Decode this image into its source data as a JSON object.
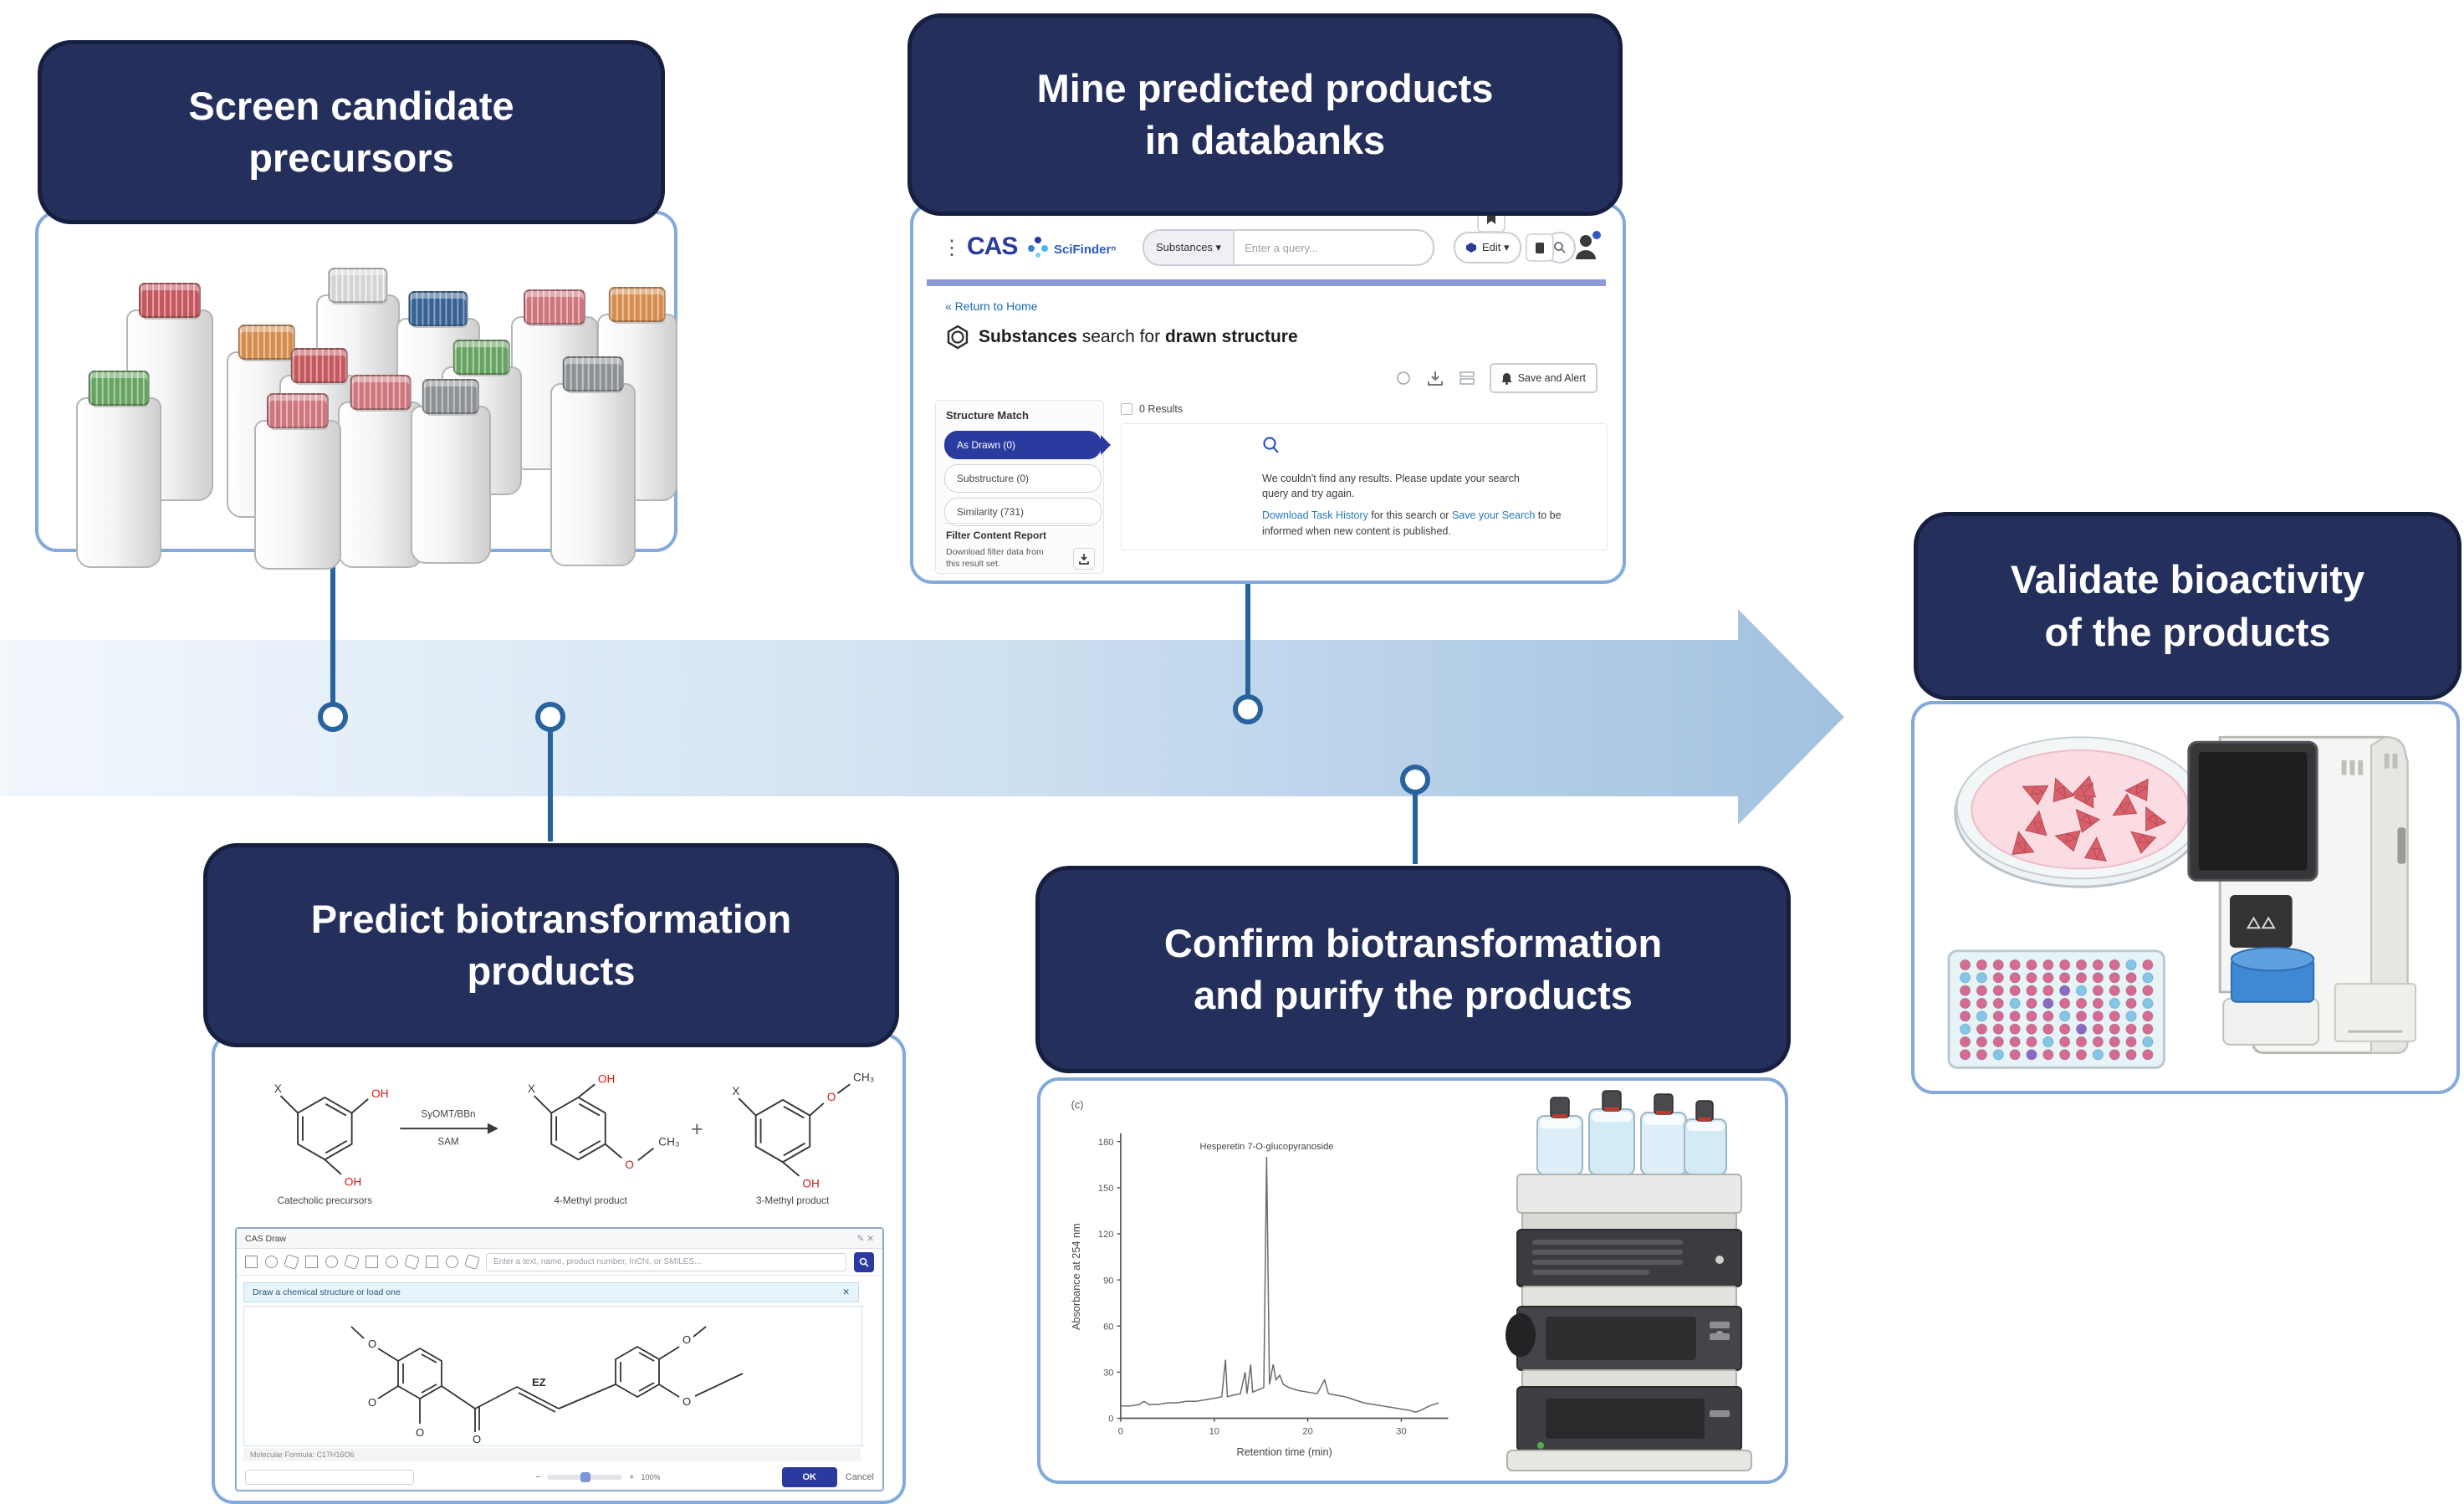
{
  "palette": {
    "navy": "#242f5c",
    "navy_border": "#161f40",
    "panel_border": "#82aadb",
    "connector": "#28639e",
    "band_start": "#f2f7fc",
    "band_end": "#a2c1e0",
    "red_atom": "#d11a1a",
    "cas_blue": "#2b3a9b",
    "link_blue": "#176bb3"
  },
  "step1": {
    "title_line1": "Screen candidate",
    "title_line2": "precursors",
    "vial_cap_colors": [
      "#d8636a",
      "#eb9d59",
      "#ececec",
      "#3c6ca3",
      "#e2848b",
      "#eb9d59",
      "#d8636a",
      "#74b46e",
      "#74b46e",
      "#e2848b",
      "#9da1a5",
      "#e2848b",
      "#9da1a5"
    ]
  },
  "step2": {
    "title_line1": "Mine predicted products",
    "title_line2": "in databanks",
    "scifinder": {
      "menu_icon": "⋮",
      "logo": "CAS",
      "product": "SciFinderⁿ",
      "scope": "Substances ▾",
      "query_placeholder": "Enter a query...",
      "edit_label": "Edit ▾",
      "breadcrumb": "« Return to Home",
      "page_title_bold": "Substances",
      "page_title_mid": " search for ",
      "page_title_bold2": "drawn structure",
      "save_alert_label": "Save and Alert",
      "results_count": "0 Results",
      "structure_match": "Structure Match",
      "option_as_drawn": "As Drawn (0)",
      "option_substructure": "Substructure (0)",
      "option_similarity": "Similarity (731)",
      "filter_header": "Filter Content Report",
      "filter_text": "Download filter data from this result set.",
      "empty_line1": "We couldn't find any results. Please update your search",
      "empty_line2": "query and try again.",
      "empty_link1": "Download Task History",
      "empty_mid": " for this search or ",
      "empty_link2": "Save your Search",
      "empty_tail": " to be",
      "empty_line3": "informed when new content is published."
    }
  },
  "step3": {
    "title_line1": "Predict biotransformation",
    "title_line2": "products",
    "reaction": {
      "x_sub": "X",
      "oh": "OH",
      "o": "O",
      "ch3": "CH₃",
      "arrow_top": "SyOMT/BBn",
      "arrow_bottom": "SAM",
      "plus": "+",
      "precursor_label": "Catecholic precursors",
      "product4_label": "4-Methyl product",
      "product3_label": "3-Methyl product"
    },
    "editor": {
      "window_title": "CAS Draw",
      "window_icons": "✎  ✕",
      "input_placeholder": "Enter a text, name, product number, InChI, or SMILES...",
      "banner_text": "Draw a chemical structure or load one",
      "banner_close": "✕",
      "ez_label": "EZ",
      "o": "O",
      "status_text": "Molecular Formula: C17H16O6",
      "zoom_minus": "−",
      "zoom_plus": "+",
      "zoom_label": "100%",
      "ok_label": "OK",
      "cancel_label": "Cancel"
    }
  },
  "step4": {
    "title_line1": "Confirm biotransformation",
    "title_line2": "and purify the products",
    "chromatogram": {
      "type": "line",
      "panel_label": "(c)",
      "peak_label": "Hesperetin 7-O-glucopyranoside",
      "xlabel": "Retention time (min)",
      "ylabel": "Absorbance at 254 nm",
      "xticks": [
        0,
        10,
        20,
        30
      ],
      "yticks": [
        0,
        30,
        60,
        90,
        120,
        150,
        180
      ],
      "xlim": [
        0,
        35
      ],
      "ylim": [
        0,
        190
      ],
      "points": [
        [
          0,
          8
        ],
        [
          1,
          8
        ],
        [
          2,
          9
        ],
        [
          2.5,
          11
        ],
        [
          3,
          9
        ],
        [
          4,
          9
        ],
        [
          5,
          10
        ],
        [
          6,
          10
        ],
        [
          7,
          11
        ],
        [
          8,
          11
        ],
        [
          9,
          12
        ],
        [
          10,
          13
        ],
        [
          10.8,
          14
        ],
        [
          11.2,
          38
        ],
        [
          11.4,
          14
        ],
        [
          12,
          15
        ],
        [
          12.8,
          16
        ],
        [
          13.3,
          30
        ],
        [
          13.5,
          16
        ],
        [
          13.9,
          35
        ],
        [
          14.1,
          17
        ],
        [
          14.5,
          18
        ],
        [
          15.3,
          20
        ],
        [
          15.6,
          170
        ],
        [
          15.9,
          22
        ],
        [
          16.3,
          35
        ],
        [
          16.6,
          25
        ],
        [
          17.0,
          28
        ],
        [
          17.4,
          22
        ],
        [
          18,
          20
        ],
        [
          19,
          18
        ],
        [
          20,
          17
        ],
        [
          21,
          16
        ],
        [
          21.8,
          25
        ],
        [
          22.2,
          16
        ],
        [
          23,
          15
        ],
        [
          24,
          14
        ],
        [
          25,
          12
        ],
        [
          26,
          10
        ],
        [
          27,
          9
        ],
        [
          28,
          8
        ],
        [
          29,
          7
        ],
        [
          30,
          6
        ],
        [
          31,
          5
        ],
        [
          31.5,
          4
        ],
        [
          32,
          5
        ],
        [
          33,
          8
        ],
        [
          34,
          10
        ]
      ]
    }
  },
  "step5": {
    "title_line1": "Validate bioactivity",
    "title_line2": "of the products",
    "plate": {
      "well_pink": "#d66a93",
      "well_blue": "#82c7e9",
      "well_purple": "#8d69c6"
    }
  }
}
